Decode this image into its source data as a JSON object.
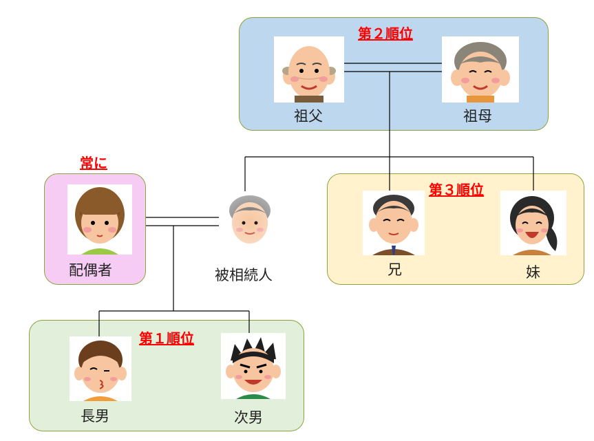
{
  "ranks": {
    "first": "第１順位",
    "second": "第２順位",
    "third": "第３順位",
    "always": "常に"
  },
  "people": {
    "grandfather": "祖父",
    "grandmother": "祖母",
    "spouse": "配偶者",
    "deceased": "被相続人",
    "elder_brother": "兄",
    "younger_sister": "妹",
    "eldest_son": "長男",
    "second_son": "次男"
  },
  "colors": {
    "rank_text": "#ff0000",
    "group_parents": "#bdd7ee",
    "group_siblings": "#fff2cc",
    "group_children": "#e2efda",
    "group_spouse": "#f6ccf5",
    "group_border": "#8aa33a"
  }
}
